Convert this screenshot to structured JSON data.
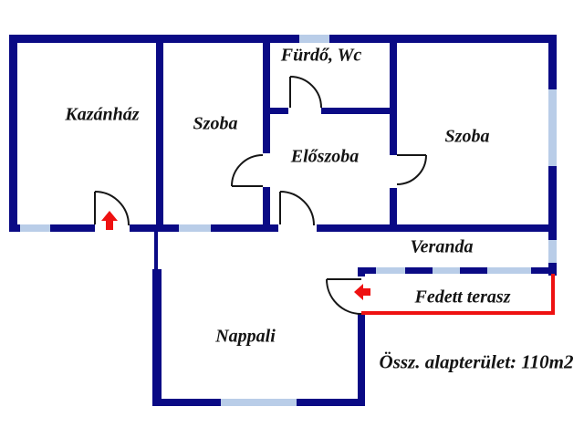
{
  "colors": {
    "wall": "#0a0a85",
    "window": "#b9cde8",
    "accent_red": "#ee1111",
    "text": "#141414",
    "background": "#ffffff"
  },
  "rooms": {
    "kazanhaz": {
      "label": "Kazánház"
    },
    "szoba_left": {
      "label": "Szoba"
    },
    "furdo_wc": {
      "label": "Fürdő, Wc"
    },
    "eloszoba": {
      "label": "Előszoba"
    },
    "szoba_right": {
      "label": "Szoba"
    },
    "veranda": {
      "label": "Veranda"
    },
    "fedett_terasz": {
      "label": "Fedett terasz"
    },
    "nappali": {
      "label": "Nappali"
    }
  },
  "annotation": {
    "total_area": "Össz. alapterület: 110m2"
  },
  "symbols": {
    "main_entrance_arrow": {
      "icon": "arrow-up",
      "color": "#ee1111"
    },
    "terrace_entrance_arrow": {
      "icon": "arrow-left",
      "color": "#ee1111"
    }
  }
}
